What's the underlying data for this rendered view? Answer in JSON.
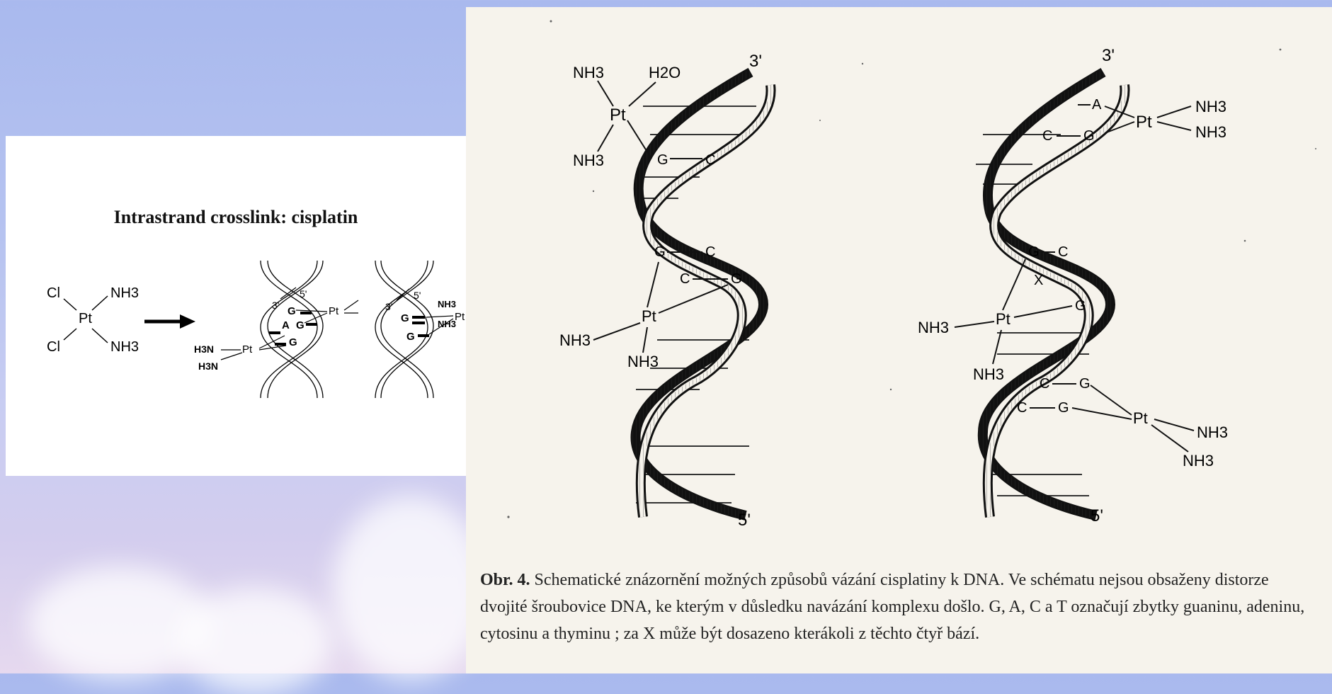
{
  "left_panel": {
    "title": "Intrastrand crosslink: cisplatin",
    "reactant": {
      "cl_top": "Cl",
      "cl_bottom": "Cl",
      "pt": "Pt",
      "nh3_top": "NH3",
      "nh3_bottom": "NH3"
    },
    "helix1": {
      "five_prime": "5'",
      "three_prime": "3'",
      "pt": "Pt",
      "bases": [
        "G",
        "G",
        "A",
        "G"
      ],
      "amine_1": "H3N",
      "amine_2": "H3N"
    },
    "helix2": {
      "five_prime": "5'",
      "three_prime": "3'",
      "pt": "Pt",
      "bases": [
        "G",
        "G"
      ],
      "amine_1": "NH3",
      "amine_2": "NH3"
    }
  },
  "right_panel": {
    "left_helix": {
      "three_prime": "3'",
      "five_prime": "5'",
      "pt_top": {
        "pt": "Pt",
        "nh3_a": "NH3",
        "h2o": "H2O",
        "nh3_b": "NH3"
      },
      "pair_top": {
        "left": "G",
        "right": "C"
      },
      "pair_mid1": {
        "left": "G",
        "right": "C"
      },
      "pair_mid2": {
        "left": "C",
        "right": "G"
      },
      "pt_mid": {
        "pt": "Pt",
        "nh3_a": "NH3",
        "nh3_b": "NH3"
      }
    },
    "right_helix": {
      "three_prime": "3'",
      "five_prime": "5'",
      "pt_top": {
        "pt": "Pt",
        "nh3_a": "NH3",
        "nh3_b": "NH3"
      },
      "base_a": "A",
      "pair_top": {
        "left": "C",
        "right": "G"
      },
      "pair_mid": {
        "left": "G",
        "right": "C"
      },
      "base_x": "X",
      "base_g": "G",
      "pt_mid": {
        "pt": "Pt",
        "nh3_a": "NH3",
        "nh3_b": "NH3"
      },
      "pair_low1": {
        "left": "C",
        "right": "G"
      },
      "pair_low2": {
        "left": "C",
        "right": "G"
      },
      "pt_low": {
        "pt": "Pt",
        "nh3_a": "NH3",
        "nh3_b": "NH3"
      }
    },
    "caption": {
      "lead": "Obr. 4.",
      "text": "Schematické znázornění možných způsobů vázání cisplatiny k DNA. Ve schématu nejsou obsaženy distorze dvojité šroubovice DNA, ke kterým v důsledku navázání komplexu došlo. G, A, C a T označují zbytky guaninu, adeninu, cytosinu a thyminu ; za X může být dosazeno kterákoli z těchto čtyř bází."
    }
  }
}
